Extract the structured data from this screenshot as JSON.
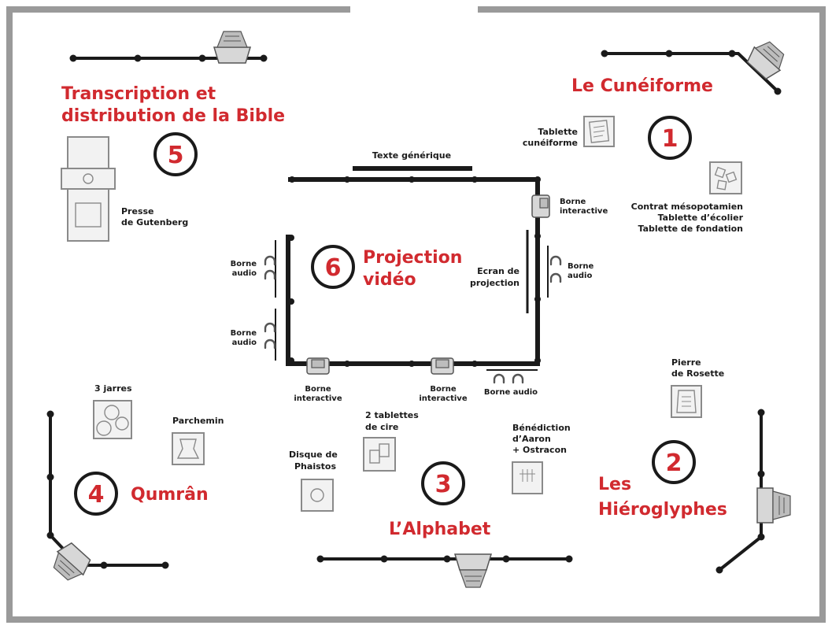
{
  "zones": [
    {
      "number": "1",
      "title_lines": [
        "Le Cunéiforme"
      ]
    },
    {
      "number": "2",
      "title_lines": [
        "Les",
        "Hiéroglyphes"
      ]
    },
    {
      "number": "3",
      "title_lines": [
        "L’Alphabet"
      ]
    },
    {
      "number": "4",
      "title_lines": [
        "Qumrân"
      ]
    },
    {
      "number": "5",
      "title_lines": [
        "Transcription et",
        "distribution de la Bible"
      ]
    },
    {
      "number": "6",
      "title_lines": [
        "Projection",
        "vidéo"
      ]
    }
  ],
  "labels": {
    "texte_generique": "Texte générique",
    "tablette_cuneiforme": [
      "Tablette",
      "cunéiforme"
    ],
    "contrat": [
      "Contrat mésopotamien",
      "Tablette d’écolier",
      "Tablette de fondation"
    ],
    "borne_interactive_right": [
      "Borne",
      "interactive"
    ],
    "borne_audio_right": [
      "Borne",
      "audio"
    ],
    "ecran_projection": [
      "Ecran de",
      "projection"
    ],
    "borne_audio_left_top": [
      "Borne",
      "audio"
    ],
    "borne_audio_left_bottom": [
      "Borne",
      "audio"
    ],
    "borne_interactive_bottom_left": [
      "Borne",
      "interactive"
    ],
    "borne_interactive_bottom_mid": [
      "Borne",
      "interactive"
    ],
    "borne_audio_bottom": "Borne audio",
    "presse": [
      "Presse",
      "de Gutenberg"
    ],
    "pierre_rosette": [
      "Pierre",
      "de Rosette"
    ],
    "trois_jarres": "3 jarres",
    "parchemin": "Parchemin",
    "tablettes_cire": [
      "2 tablettes",
      "de cire"
    ],
    "benediction": [
      "Bénédiction",
      "d’Aaron",
      "+ Ostracon"
    ],
    "disque": [
      "Disque de",
      "Phaistos"
    ]
  },
  "colors": {
    "accent": "#d12a2f",
    "wall": "#9a9a9a",
    "ink": "#1a1a1a"
  }
}
